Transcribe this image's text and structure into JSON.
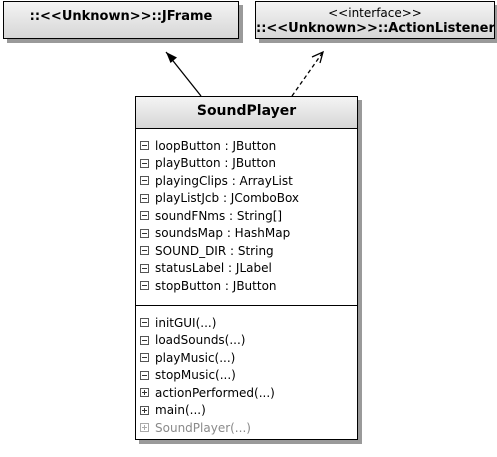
{
  "superclass": {
    "name": "::<<Unknown>>::JFrame"
  },
  "interface": {
    "stereotype": "<<interface>>",
    "name": "::<<Unknown>>::ActionListener"
  },
  "class": {
    "name": "SoundPlayer",
    "attributes": [
      {
        "text": "loopButton : JButton",
        "visibility": "private"
      },
      {
        "text": "playButton : JButton",
        "visibility": "private"
      },
      {
        "text": "playingClips : ArrayList",
        "visibility": "private"
      },
      {
        "text": "playListJcb : JComboBox",
        "visibility": "private"
      },
      {
        "text": "soundFNms : String[]",
        "visibility": "private"
      },
      {
        "text": "soundsMap : HashMap",
        "visibility": "private"
      },
      {
        "text": "SOUND_DIR : String",
        "visibility": "private"
      },
      {
        "text": "statusLabel : JLabel",
        "visibility": "private"
      },
      {
        "text": "stopButton : JButton",
        "visibility": "private"
      }
    ],
    "operations": [
      {
        "text": "initGUI(...)",
        "visibility": "private"
      },
      {
        "text": "loadSounds(...)",
        "visibility": "private"
      },
      {
        "text": "playMusic(...)",
        "visibility": "private"
      },
      {
        "text": "stopMusic(...)",
        "visibility": "private"
      },
      {
        "text": "actionPerformed(...)",
        "visibility": "public"
      },
      {
        "text": "main(...)",
        "visibility": "public"
      },
      {
        "text": "SoundPlayer(...)",
        "visibility": "public",
        "greyed": true
      }
    ]
  },
  "relations": [
    {
      "type": "generalization",
      "from": "SoundPlayer",
      "to": "::<<Unknown>>::JFrame"
    },
    {
      "type": "realization",
      "from": "SoundPlayer",
      "to": "::<<Unknown>>::ActionListener"
    }
  ]
}
